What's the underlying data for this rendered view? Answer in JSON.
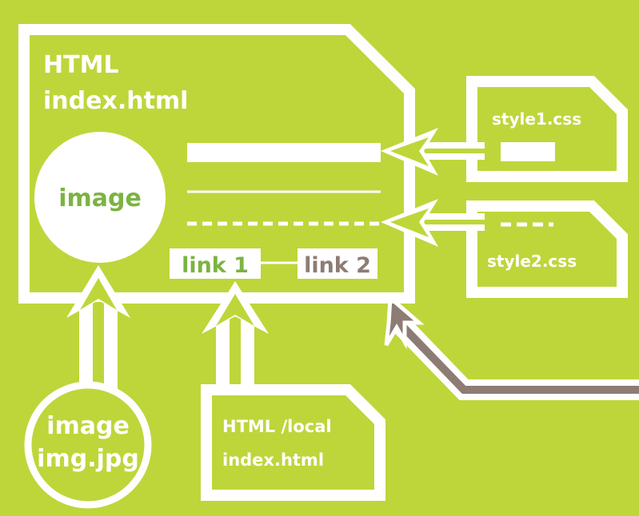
{
  "colors": {
    "background": "#bed63a",
    "line": "#ffffff",
    "accent_green": "#7cb342",
    "accent_brown": "#8d7c74"
  },
  "main_doc": {
    "type_label": "HTML",
    "file_label": "index.html",
    "image_label": "image",
    "link1_label": "link 1",
    "link2_label": "link 2"
  },
  "stylesheets": [
    {
      "file_label": "style1.css"
    },
    {
      "file_label": "style2.css"
    }
  ],
  "image_file": {
    "type_label": "image",
    "file_label": "img.jpg"
  },
  "local_doc": {
    "type_label": "HTML /local",
    "file_label": "index.html"
  }
}
